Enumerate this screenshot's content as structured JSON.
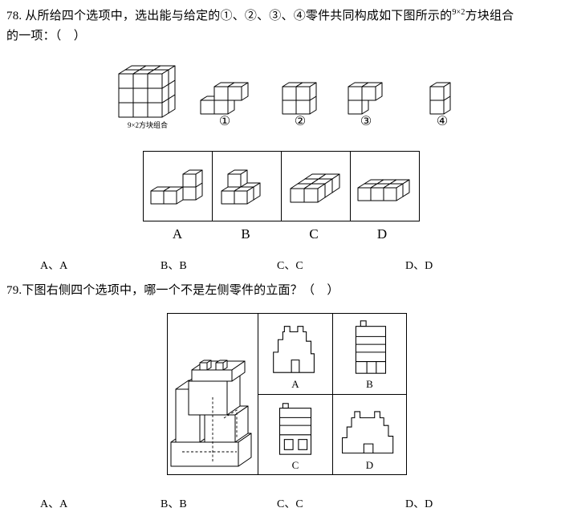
{
  "q78": {
    "line1_pre": "78. 从所给四个选项中，选出能与给定的①、②、③、④零件共同构成如下图所示的",
    "line1_sup": "9×2",
    "line1_post": "方块组合",
    "line2": "的一项：（　）",
    "figure": {
      "block_caption": "9×2方块组合",
      "pieces": [
        "①",
        "②",
        "③",
        "④"
      ],
      "options": [
        "A",
        "B",
        "C",
        "D"
      ]
    },
    "answers": [
      "A、A",
      "B、B",
      "C、C",
      "D、D"
    ]
  },
  "q79": {
    "text": "79.下图右侧四个选项中，哪一个不是左侧零件的立面？（　）",
    "options": [
      "A",
      "B",
      "C",
      "D"
    ],
    "answers": [
      "A、A",
      "B、B",
      "C、C",
      "D、D"
    ]
  }
}
